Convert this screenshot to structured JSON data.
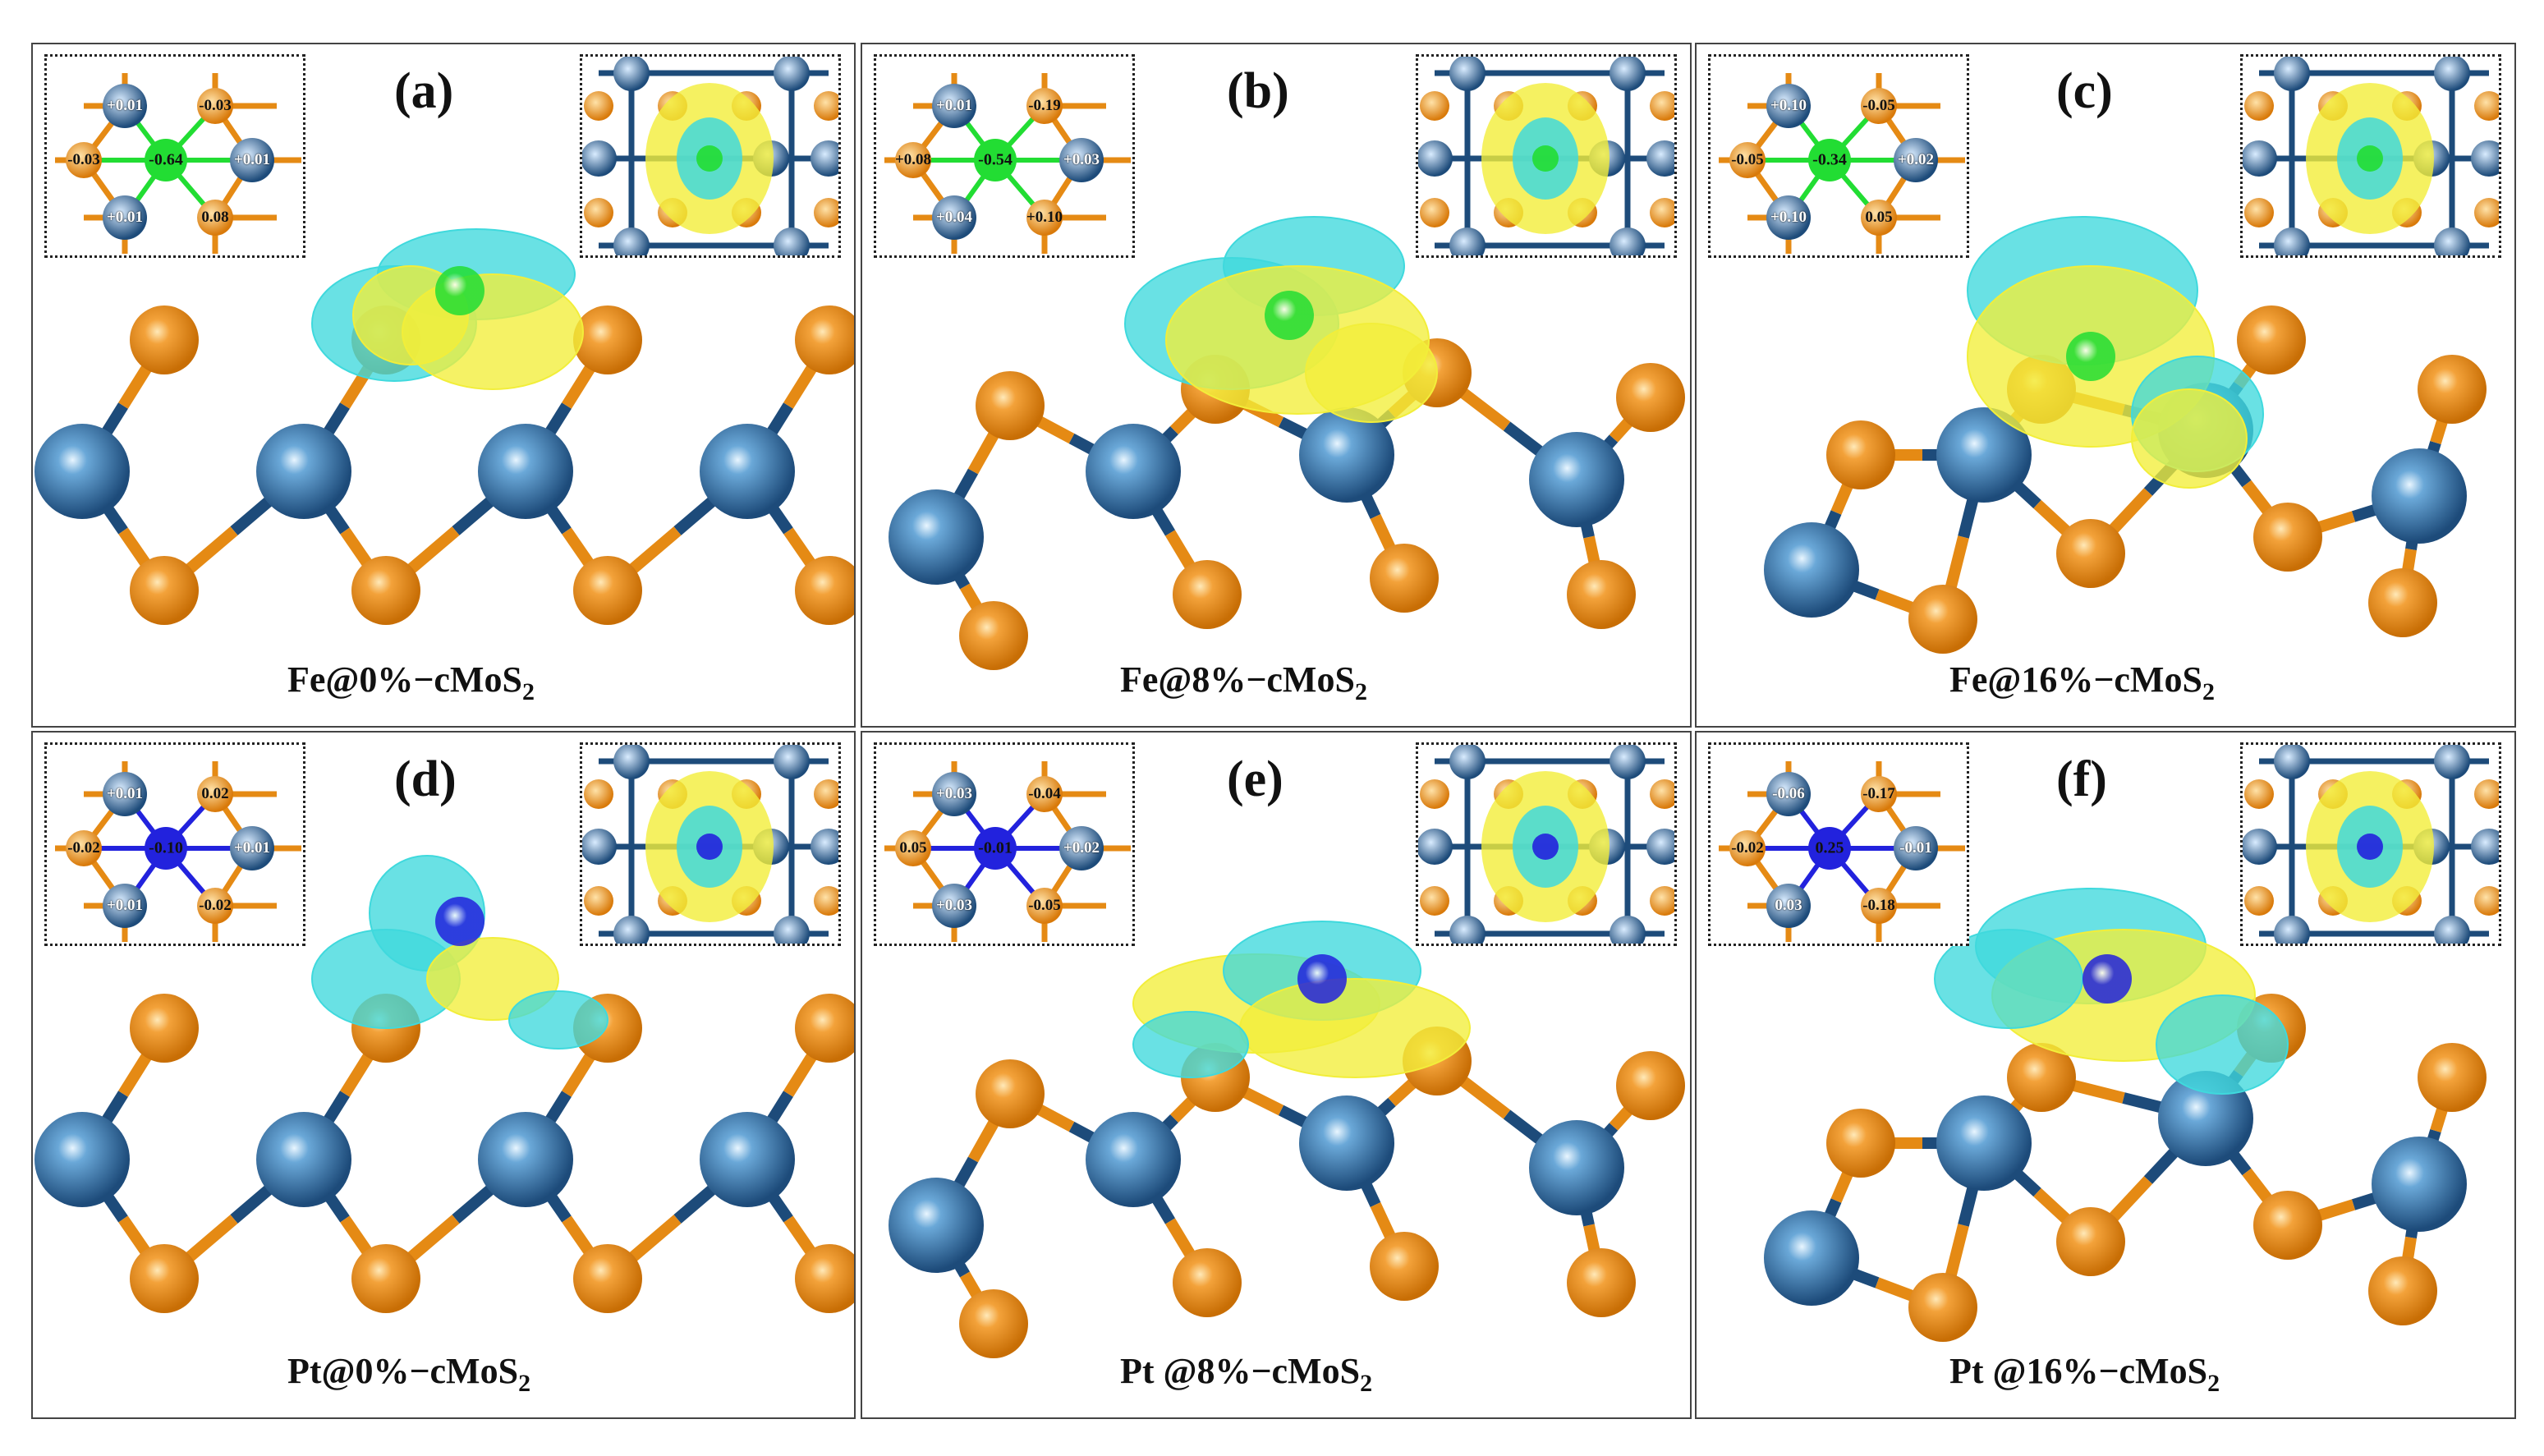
{
  "panels": [
    {
      "id": "a",
      "label": "(a)",
      "caption_main": "Fe@0%−cMoS",
      "caption_sub": "2",
      "center_color": "#22dd33",
      "center_bond": "#22dd33",
      "center": "-0.64",
      "tl": "+0.01",
      "tr": "-0.03",
      "l": "-0.03",
      "r": "+0.01",
      "bl": "+0.01",
      "br": "0.08"
    },
    {
      "id": "b",
      "label": "(b)",
      "caption_main": "Fe@8%−cMoS",
      "caption_sub": "2",
      "center_color": "#22dd33",
      "center_bond": "#22dd33",
      "center": "-0.54",
      "tl": "+0.01",
      "tr": "-0.19",
      "l": "+0.08",
      "r": "+0.03",
      "bl": "+0.04",
      "br": "+0.10"
    },
    {
      "id": "c",
      "label": "(c)",
      "caption_main": "Fe@16%−cMoS",
      "caption_sub": "2",
      "center_color": "#22dd33",
      "center_bond": "#22dd33",
      "center": "-0.34",
      "tl": "+0.10",
      "tr": "-0.05",
      "l": "-0.05",
      "r": "+0.02",
      "bl": "+0.10",
      "br": "0.05"
    },
    {
      "id": "d",
      "label": "(d)",
      "caption_main": "Pt@0%−cMoS",
      "caption_sub": "2",
      "center_color": "#2222dd",
      "center_bond": "#2222dd",
      "center": "-0.10",
      "tl": "+0.01",
      "tr": "0.02",
      "l": "-0.02",
      "r": "+0.01",
      "bl": "+0.01",
      "br": "-0.02"
    },
    {
      "id": "e",
      "label": "(e)",
      "caption_main": "Pt @8%−cMoS",
      "caption_sub": "2",
      "center_color": "#2222dd",
      "center_bond": "#2222dd",
      "center": "-0.01",
      "tl": "+0.03",
      "tr": "-0.04",
      "l": "0.05",
      "r": "+0.02",
      "bl": "+0.03",
      "br": "-0.05"
    },
    {
      "id": "f",
      "label": "(f)",
      "caption_main": "Pt @16%−cMoS",
      "caption_sub": "2",
      "center_color": "#2222dd",
      "center_bond": "#2222dd",
      "center": "0.25",
      "tl": "-0.06",
      "tr": "-0.17",
      "l": "-0.02",
      "r": "-0.01",
      "bl": "0.03",
      "br": "-0.18"
    }
  ],
  "colors": {
    "mo": "#1d4b7a",
    "s": "#e58a14",
    "bond_mo": "#1d4b7a",
    "bond_s": "#e58a14",
    "charge_accumulation": "#f2ee3a",
    "charge_depletion": "#3fd9dd"
  }
}
